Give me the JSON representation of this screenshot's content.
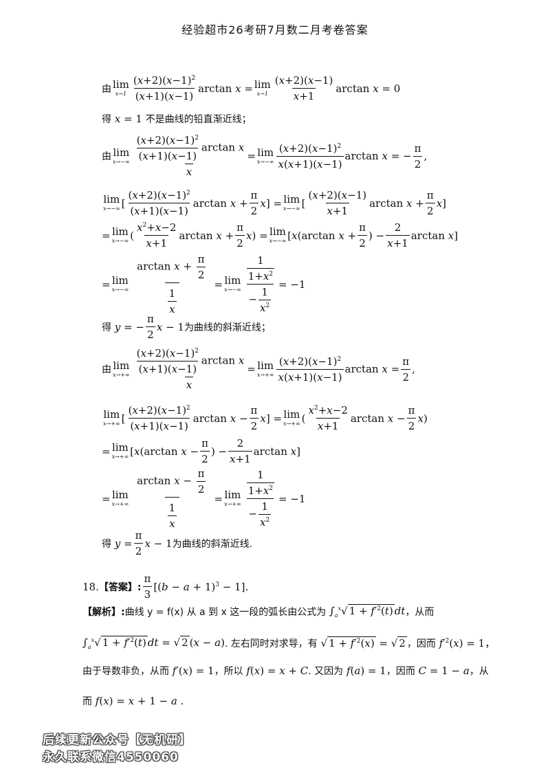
{
  "header": {
    "title": "经验超市26考研7月数二月考卷答案"
  },
  "text": {
    "you": "由",
    "de": "得",
    "not_vertical_suffix": "不是曲线的铅直渐近线；",
    "oblique_suffix": "为曲线的斜渐近线；",
    "oblique_suffix_end": "为曲线的斜渐近线.",
    "answer_label": "【答案】:",
    "analysis_label": "【解析】:",
    "analysis_p1": "曲线 y = f(x) 从 a 到 x 这一段的弧长由公式为",
    "analysis_p1_end": "，从而",
    "analysis_p2_mid": ". 左右同时对求导，有",
    "analysis_p2_mid2": "，因而",
    "analysis_p3": "由于导数非负，从而",
    "analysis_p3_b": "，所以",
    "analysis_p3_c": ". 又因为",
    "analysis_p3_d": "，因而",
    "analysis_p3_e": "，从",
    "analysis_p4": "而",
    "question_num": "18."
  },
  "watermark": {
    "line1": "后续更新公众号【无机研】",
    "line2": "永久联系微信4550060"
  }
}
